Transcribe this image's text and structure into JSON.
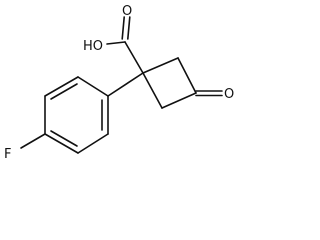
{
  "molecule": {
    "atom_labels": {
      "carboxyl_hydroxyl": "HO",
      "carboxyl_oxygen": "O",
      "ketone_oxygen": "O",
      "fluorine": "F"
    }
  }
}
